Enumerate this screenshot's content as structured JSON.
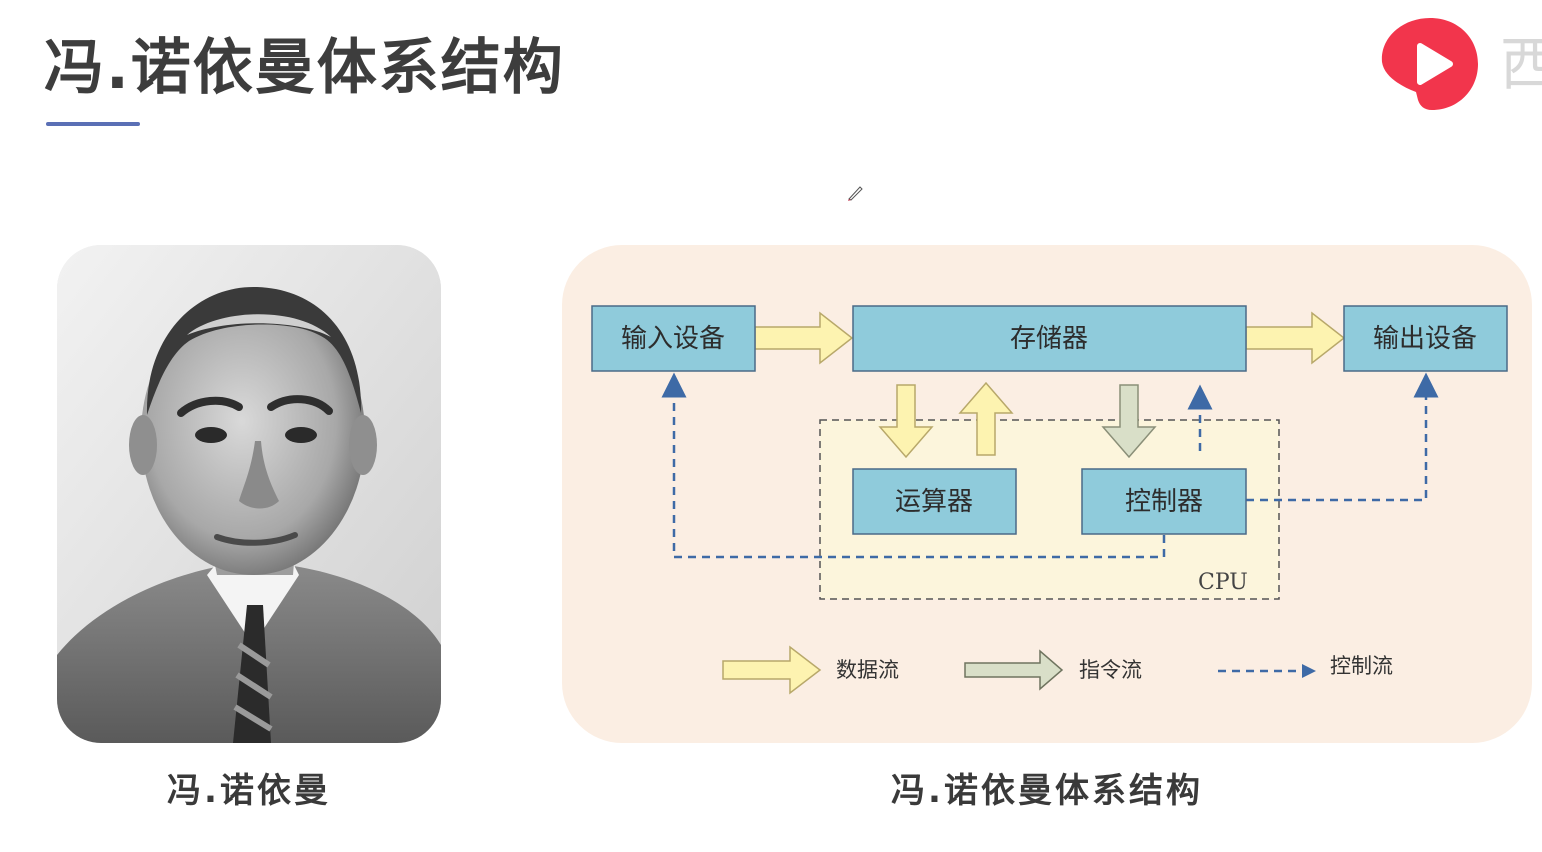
{
  "slide": {
    "title": "冯.诺依曼体系结构",
    "logo_fragment_text": "西",
    "brand_color": "#f2354c",
    "accent_underline_color": "#5a6fb5"
  },
  "left": {
    "caption": "冯.诺依曼"
  },
  "right": {
    "caption": "冯.诺依曼体系结构"
  },
  "diagram": {
    "boxes": {
      "input": "输入设备",
      "memory": "存储器",
      "output": "输出设备",
      "alu": "运算器",
      "controller": "控制器"
    },
    "cpu_label": "CPU",
    "legend": {
      "data_flow": "数据流",
      "instruction_flow": "指令流",
      "control_flow": "控制流"
    },
    "colors": {
      "box_fill": "#8fcbdb",
      "box_stroke": "#4a6a88",
      "data_arrow": "#fdf3b0",
      "instruction_arrow": "#d9dfc8",
      "control_line": "#3e6aa6",
      "cpu_region": "#fcf5dc"
    }
  }
}
